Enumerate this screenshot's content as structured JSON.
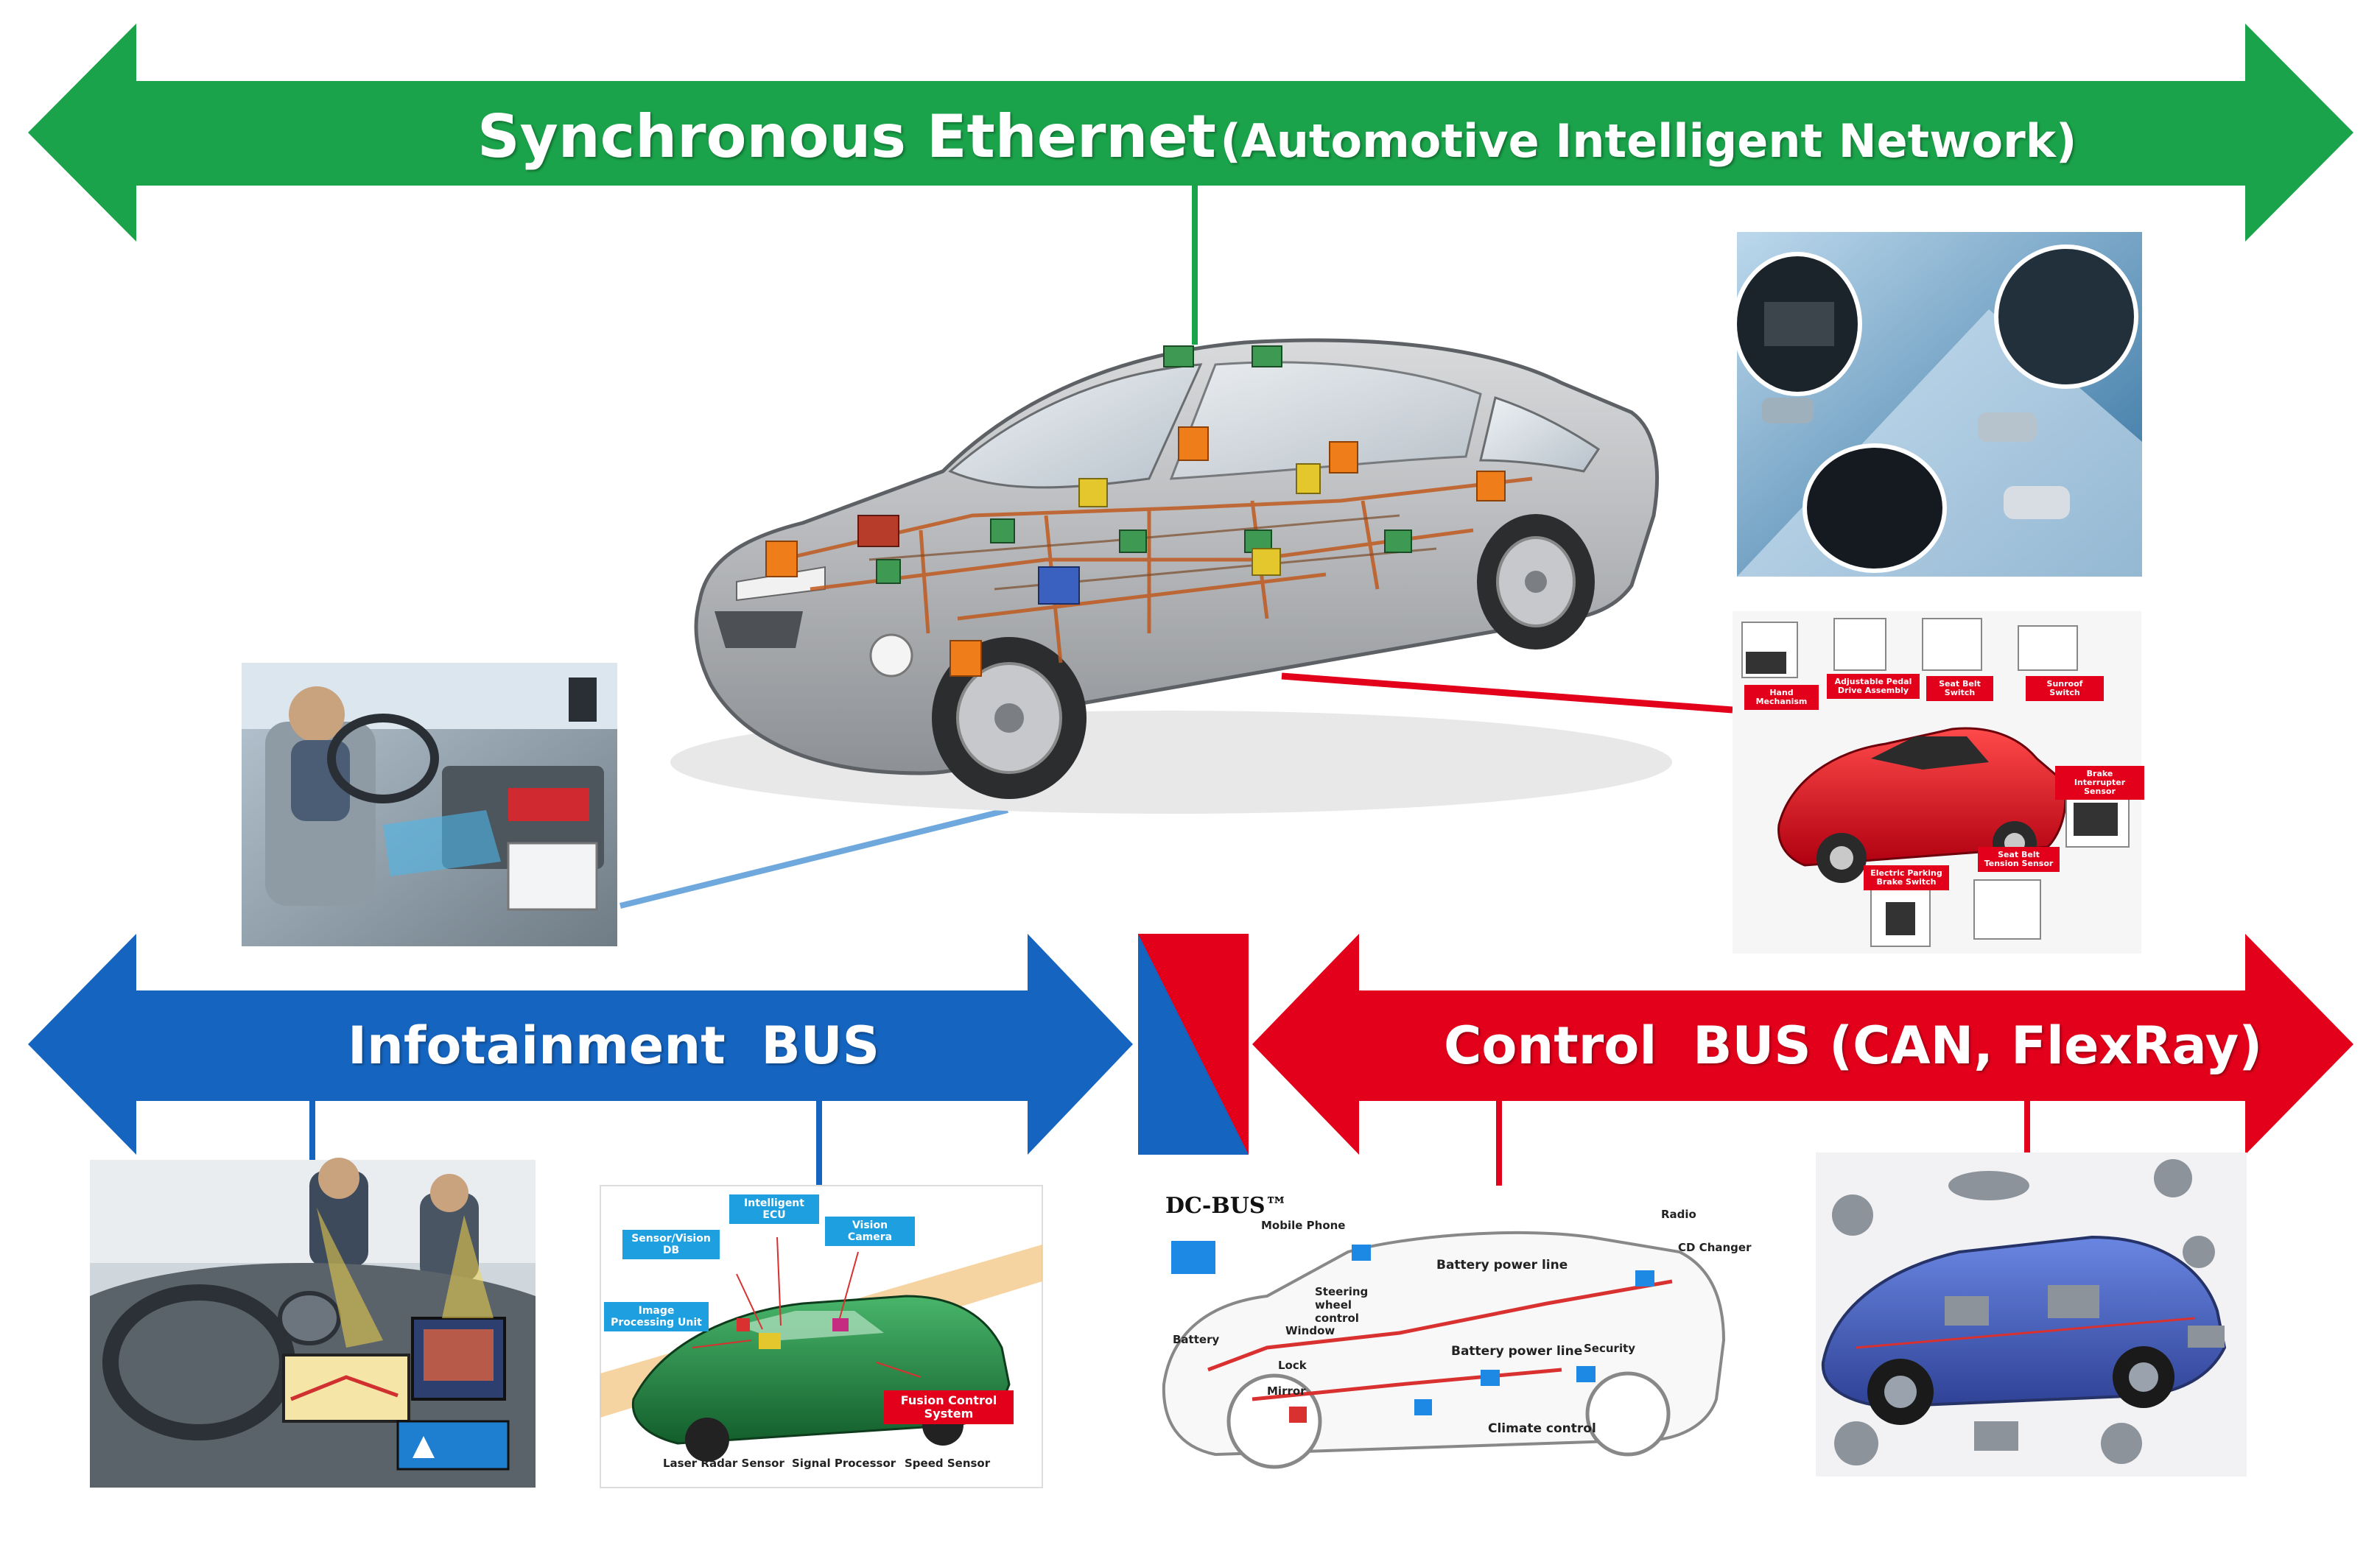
{
  "ethernet": {
    "title_main": "Synchronous Ethernet",
    "title_sub": "(Automotive Intelligent Network)",
    "color": "#1aa34a"
  },
  "infotainment": {
    "title": "Infotainment  BUS",
    "color": "#1565c0"
  },
  "control": {
    "title": "Control  BUS (CAN, FlexRay)",
    "color": "#e3001b"
  },
  "connector_colors": {
    "ethernet": "#1aa34a",
    "control": "#e3001b",
    "infotainment": "#6fa8dc"
  },
  "adas_image": {
    "labels": [
      "Laser Radar Sensor",
      "Signal Processor",
      "Speed Sensor",
      "Fusion Control System",
      "Image Processing Unit",
      "Sensor/Vision DB",
      "Intelligent ECU",
      "Vision Camera"
    ]
  },
  "dcbus_image": {
    "brand": "DC-BUS™",
    "labels": [
      "Mobile Phone",
      "Radio",
      "CD Changer",
      "Battery power line",
      "Steering wheel control",
      "Battery",
      "Window",
      "Lock",
      "Mirror",
      "Battery power line",
      "Security",
      "Climate control"
    ]
  },
  "sport_car_image": {
    "labels": [
      "Hand Mechanism",
      "Adjustable Pedal Drive Assembly",
      "Seat Belt Switch",
      "Sunroof Switch",
      "Brake Interrupter Sensor",
      "Electric Parking Brake Switch",
      "Seat Belt Tension Sensor"
    ]
  }
}
